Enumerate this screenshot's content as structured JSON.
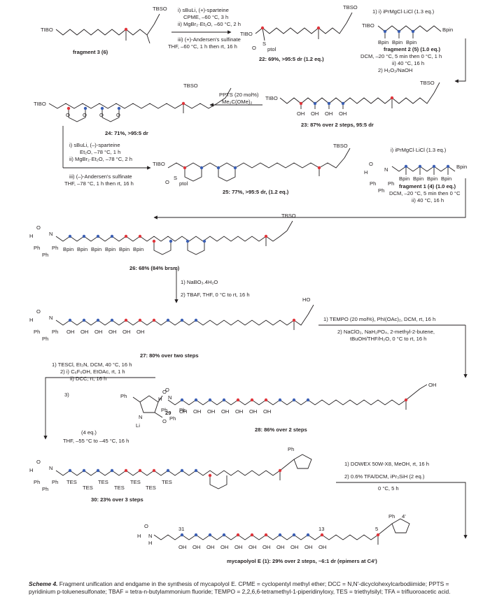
{
  "step1": {
    "start_label": "TIBO",
    "start_tbs": "TBSO",
    "start_name": "fragment 3 (6)",
    "reagents": [
      "i) sBuLi, (+)-sparteine",
      "CPME, –60 °C, 3 h",
      "ii) MgBr₂·Et₂O, –60 °C, 2 h",
      "iii) (+)-Andersen's sulfinate",
      "THF, –60 °C, 1 h then rt, 16 h"
    ],
    "product_tibo": "TIBO",
    "product_tbs": "TBSO",
    "sulfinyl": "O",
    "sulfinyl_s": "S",
    "sulfinyl_ptol": "ptol",
    "product_caption": "22: 69%, >95:5 dr (1.2 eq.)"
  },
  "step2": {
    "reagents": [
      "1) i) iPrMgCl·LiCl (1.3 eq.)",
      "fragment 2 (5) (1.0 eq.)",
      "DCM, –20 °C, 5 min then 0 °C, 1 h",
      "ii) 40 °C, 16 h",
      "2) H₂O₂/NaOH"
    ],
    "frag2_tibo": "TIBO",
    "bpin": "Bpin",
    "product_tibo": "TIBO",
    "product_tbs": "TBSO",
    "oh": "OH",
    "product_caption": "23: 87% over 2 steps, 95:5 dr"
  },
  "step3": {
    "reagents": [
      "PPTS (20 mol%)",
      "Me₂C(OMe)₂"
    ],
    "product_tibo": "TIBO",
    "product_tbs": "TBSO",
    "o": "O",
    "product_caption": "24: 71%, >95:5 dr"
  },
  "step4": {
    "reagents": [
      "i) sBuLi, (–)-sparteine",
      "Et₂O, –78 °C, 1 h",
      "ii) MgBr₂·Et₂O, –78 °C, 2 h",
      "iii) (–)-Andersen's sulfinate",
      "THF, –78 °C, 1 h then rt, 16 h"
    ],
    "product_tibo": "TIBO",
    "product_tbs": "TBSO",
    "product_caption": "25: 77%, >95:5 dr, (1.2 eq.)",
    "frag1_reagents": [
      "i) iPrMgCl·LiCl (1.3 eq.)",
      "fragment 1 (4) (1.0 eq.)",
      "DCM, –20 °C, 5 min then 0 °C",
      "ii) 40 °C, 16 h"
    ],
    "frag1_o": "O",
    "frag1_h": "H",
    "frag1_n": "N",
    "frag1_ph": "Ph",
    "frag1_bpin": "Bpin"
  },
  "step5": {
    "product_tbs": "TBSO",
    "product_caption": "26: 68% (84% brsm)",
    "reagents": [
      "1) NaBO₃.4H₂O",
      "2) TBAF, THF, 0 °C to rt, 16 h"
    ]
  },
  "step6": {
    "product_ho": "HO",
    "product_caption": "27: 80% over two steps",
    "reagents": [
      "1) TEMPO (20 mol%), PhI(OAc)₂, DCM, rt, 16 h",
      "2) NaClO₂, NaH₂PO₄, 2-methyl-2-butene,",
      "tBuOH/THF/H₂O, 0 °C to rt, 16 h"
    ]
  },
  "step7": {
    "reagents": [
      "1) TESCl, Et₃N, DCM, 40 °C, 16 h",
      "2) i) C₆F₅OH, EtOAc, rt, 1 h",
      "ii) DCC, rt, 16 h",
      "3)"
    ],
    "pyrrolinone_label": "29",
    "pyrrolinone_li": "Li",
    "pyrrolinone_eq": "(4 eq.)",
    "pyrrolinone_cond": "THF, –55 °C to –45 °C, 16 h",
    "acid_oh": "OH",
    "product_caption": "28: 86% over 2 steps"
  },
  "step8": {
    "tes": "TES",
    "product_caption": "30: 23% over 3 steps",
    "reagents": [
      "1) DOWEX 50W-X8, MeOH, rt, 16 h",
      "2) 0.6% TFA/DCM, iPr₃SiH (2 eq.)",
      "0 °C, 5 h"
    ]
  },
  "final": {
    "nh": "N",
    "h": "H",
    "c31": "31",
    "c13": "13",
    "c5": "5",
    "c4": "4'",
    "product_caption": "mycapolyol E (1): 29% over 2 steps, ~6:1 dr (epimers at C4')"
  },
  "caption": {
    "label": "Scheme 4.",
    "text": " Fragment unification and endgame in the synthesis of mycapolyol E. CPME = cyclopentyl methyl ether; DCC = N,N'-dicyclohexylcarbodiimide; PPTS = pyridinium p-toluenesulfonate; TBAF = tetra-n-butylammonium fluoride; TEMPO = 2,2,6,6-tetramethyl-1-piperidinyloxy, TES = triethylsilyl; TFA = trifluoroacetic acid."
  },
  "colors": {
    "ink": "#231f20",
    "red": "#e0353b",
    "blue": "#3b5fb4"
  }
}
